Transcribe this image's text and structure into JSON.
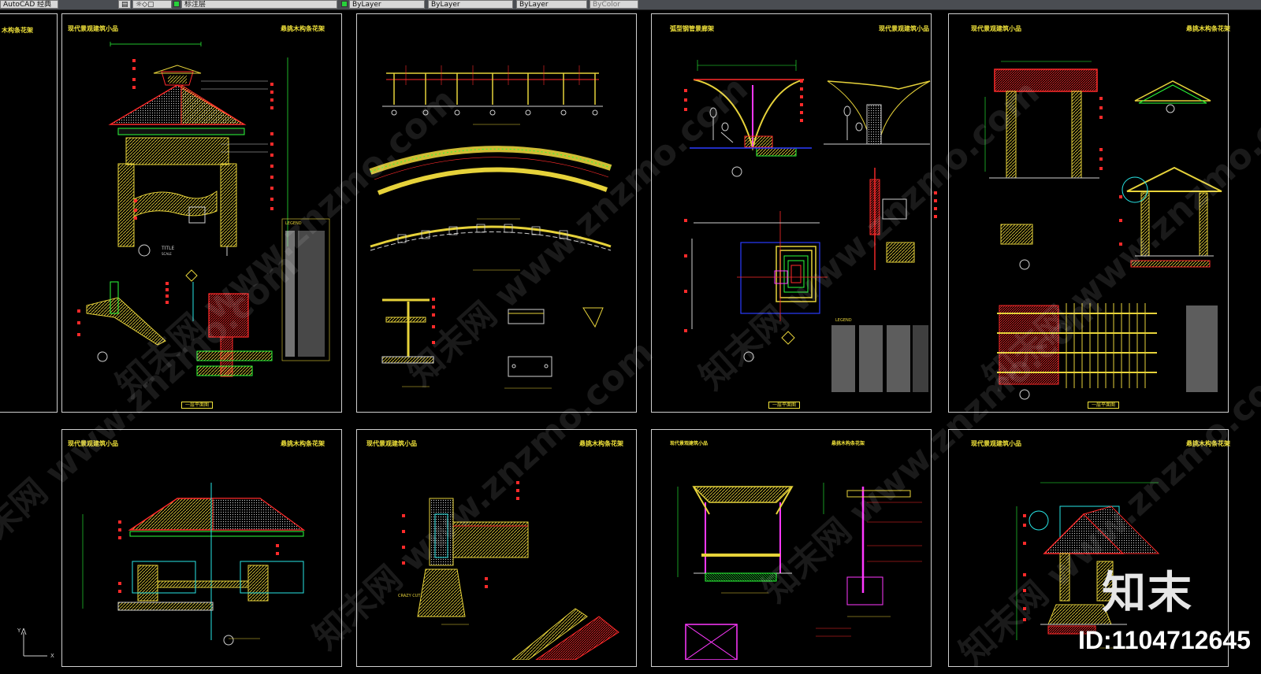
{
  "toolbar": {
    "app_label": "AutoCAD 经典",
    "layer_label": "标注层",
    "color_label": "ByLayer",
    "linetype_label": "ByLayer",
    "lineweight_label": "ByLayer",
    "plotstyle_label": "ByColor"
  },
  "sheets": [
    {
      "title_left": "现代景观建筑小品",
      "title_right": "悬挑木构条花架",
      "footer": "一层平面图"
    },
    {
      "title_left": "",
      "title_right": "",
      "footer": ""
    },
    {
      "title_left": "弧型钢管景廊架",
      "title_right": "现代景观建筑小品",
      "footer": "一层平面图"
    },
    {
      "title_left": "现代景观建筑小品",
      "title_right": "悬挑木构条花架",
      "footer": "一层平面图"
    },
    {
      "title_left": "现代景观建筑小品",
      "title_right": "悬挑木构条花架",
      "footer": ""
    },
    {
      "title_left": "现代景观建筑小品",
      "title_right": "悬挑木构条花架",
      "footer": ""
    },
    {
      "title_left": "现代景观建筑小品",
      "title_right": "悬挑木构条花架",
      "footer": ""
    },
    {
      "title_left": "现代景观建筑小品",
      "title_right": "悬挑木构条花架",
      "footer": ""
    }
  ],
  "left_sheet_title": "木构条花架",
  "drawing_labels": {
    "title": "TITLE",
    "scale": "SCALE",
    "legend": "LEGEND",
    "crazy_cut": "CRAZY CUT"
  },
  "watermark": "知末网 www.znzmo.com",
  "logo_text": "知末",
  "id_text": "ID:1104712645",
  "colors": {
    "background": "#000000",
    "sheet_border": "#cfcfcf",
    "title_yellow": "#f0e23a",
    "cad_red": "#ff2a2a",
    "cad_green": "#2bff3a",
    "cad_cyan": "#28e6e6",
    "cad_magenta": "#ff38ff",
    "cad_blue": "#2a3cff"
  }
}
